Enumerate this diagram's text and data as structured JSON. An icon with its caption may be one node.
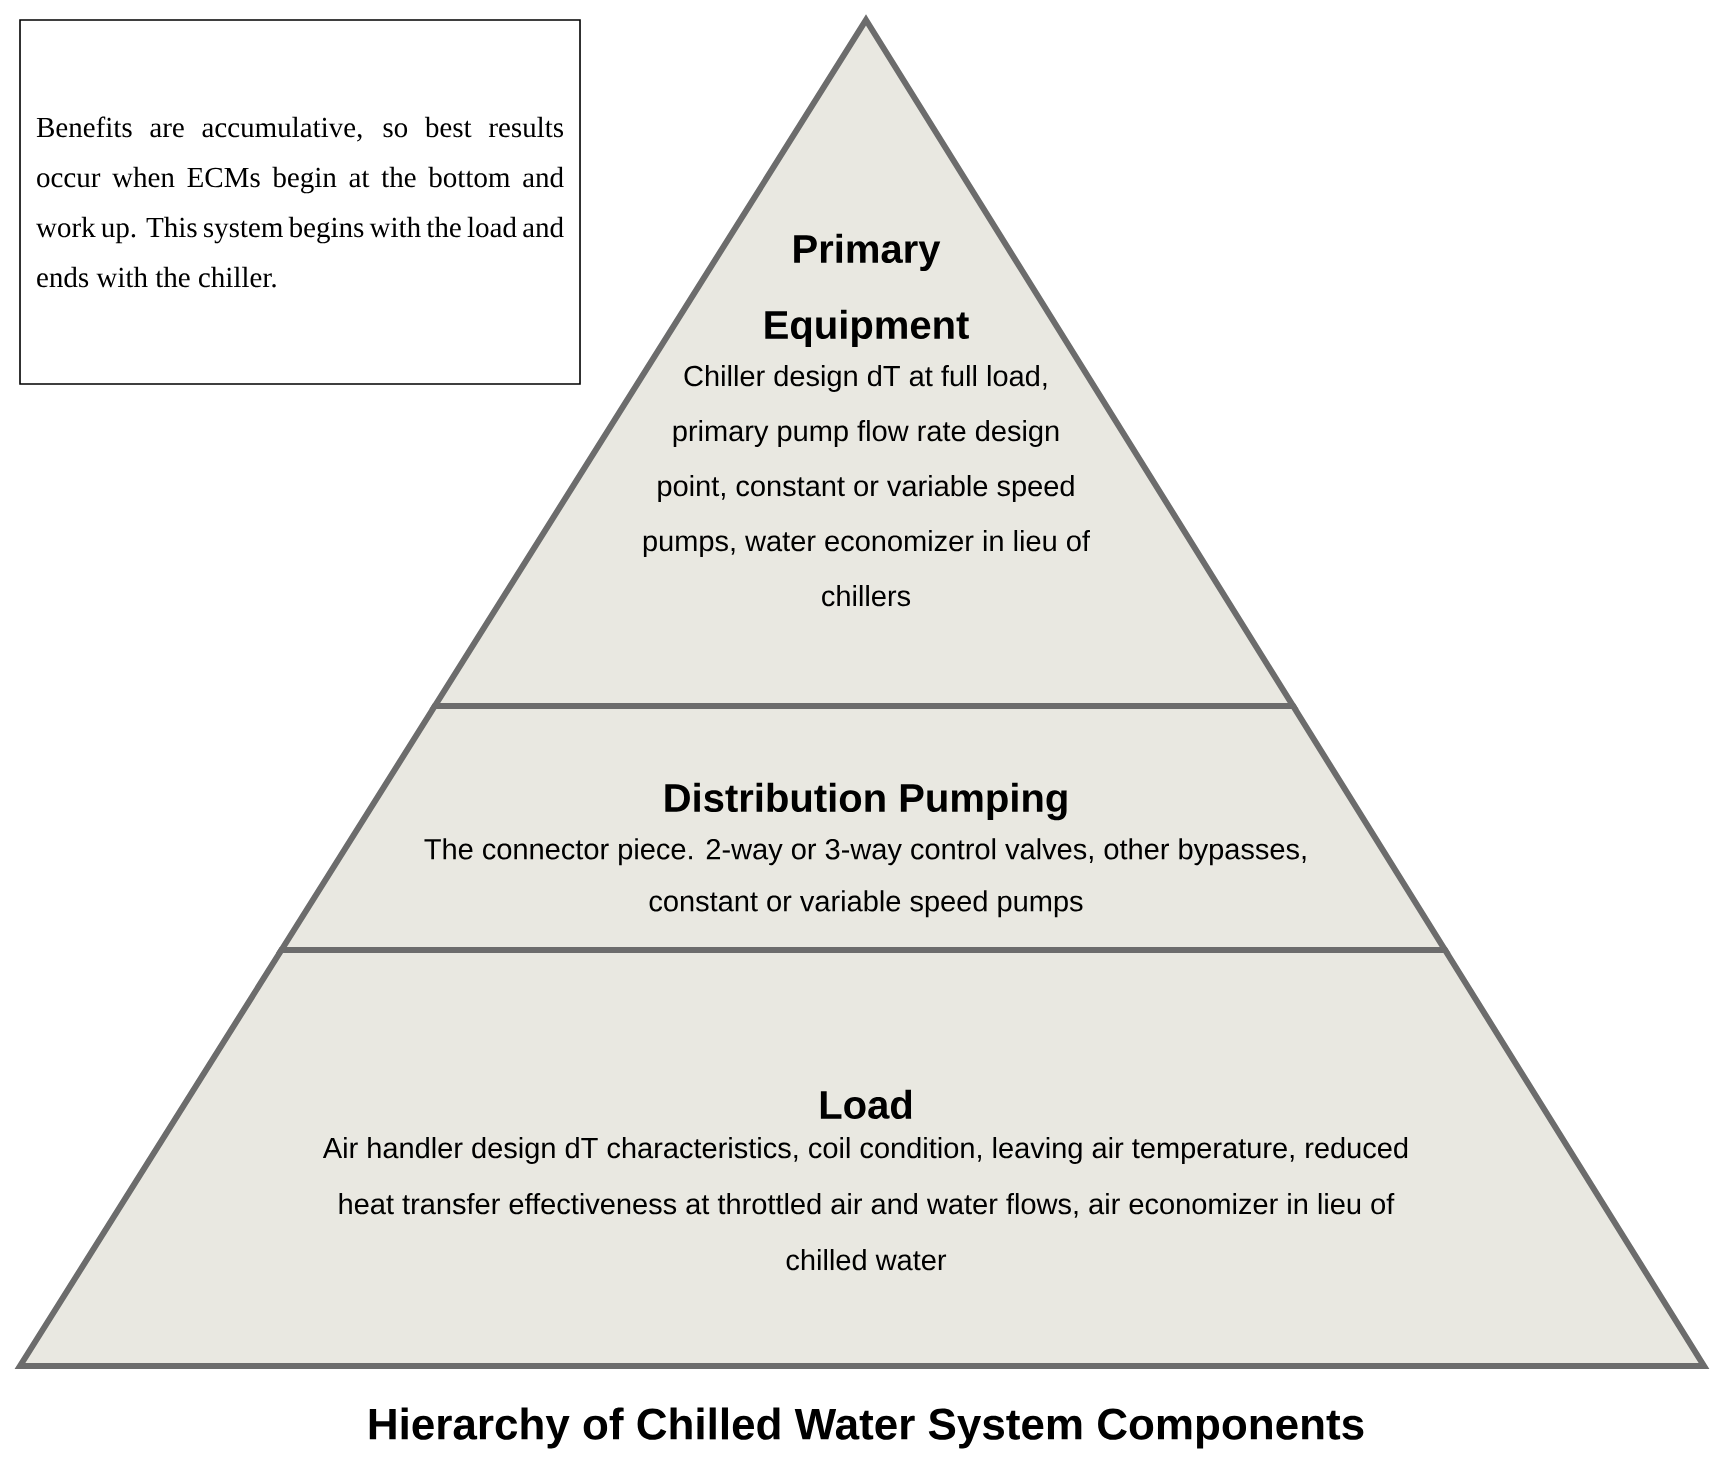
{
  "diagram": {
    "caption": "Hierarchy of Chilled Water System Components",
    "nodes": [
      {
        "text": [
          "Benefits are accumulative, so best results occur when ECMs begin at the bottom and work up. This system begins with the load and ends with the chiller."
        ]
      },
      {
        "text": [
          "Primary Equipment",
          "Chiller design dT at full load, primary pump flow rate design point, constant or variable speed pumps, water economizer in lieu of chillers"
        ]
      },
      {
        "text": [
          "Distribution Pumping",
          "The connector piece.  2-way or 3-way control valves, other bypasses, constant or variable speed pumps"
        ]
      },
      {
        "text": [
          "Load",
          "Air handler design dT characteristics, coil condition, leaving air temperature, reduced heat transfer effectiveness at throttled air and water flows, air economizer in lieu of chilled water"
        ]
      }
    ]
  }
}
